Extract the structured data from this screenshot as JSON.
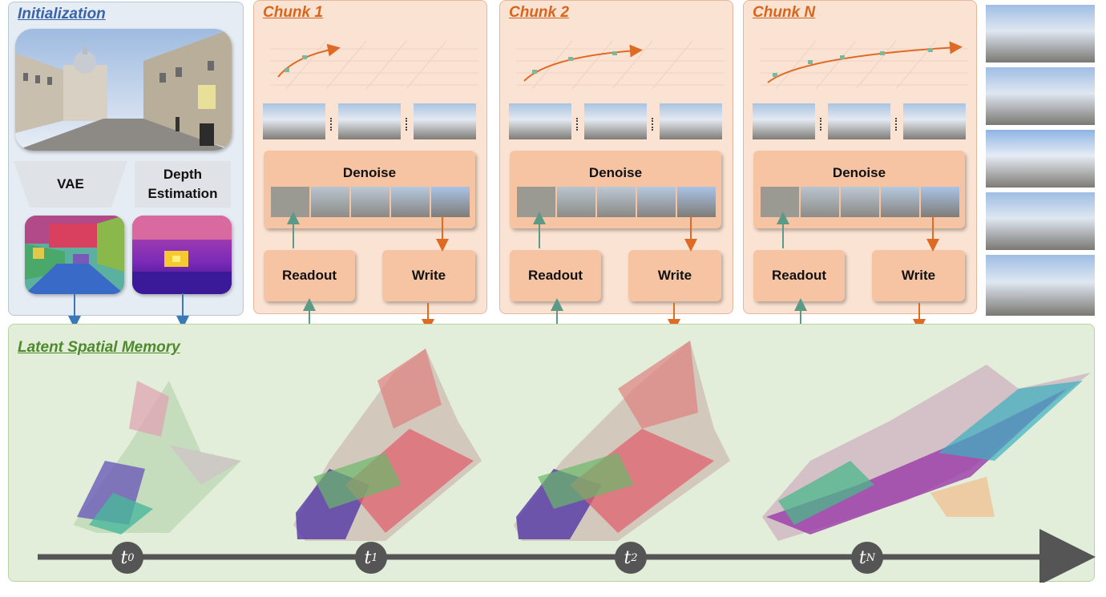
{
  "initialization": {
    "title": "Initialization",
    "vae_label": "VAE",
    "depth_label_line1": "Depth",
    "depth_label_line2": "Estimation"
  },
  "chunks": [
    {
      "title": "Chunk 1",
      "denoise_label": "Denoise",
      "readout_label": "Readout",
      "write_label": "Write"
    },
    {
      "title": "Chunk 2",
      "denoise_label": "Denoise",
      "readout_label": "Readout",
      "write_label": "Write"
    },
    {
      "title": "Chunk N",
      "denoise_label": "Denoise",
      "readout_label": "Readout",
      "write_label": "Write"
    }
  ],
  "memory": {
    "title": "Latent Spatial Memory",
    "timesteps": [
      {
        "base": "t",
        "sub": "0"
      },
      {
        "base": "t",
        "sub": "1"
      },
      {
        "base": "t",
        "sub": "2"
      },
      {
        "base": "t",
        "sub": "N"
      }
    ]
  },
  "colors": {
    "init_panel": "#e6ecf4",
    "chunk_panel": "#fbe3d3",
    "memory_panel": "#e2eed9",
    "box_orange": "#f6c4a2",
    "arrow_blue": "#3a78b8",
    "arrow_green": "#5a9a86",
    "arrow_orange": "#de6a24",
    "timeline": "#555555"
  }
}
